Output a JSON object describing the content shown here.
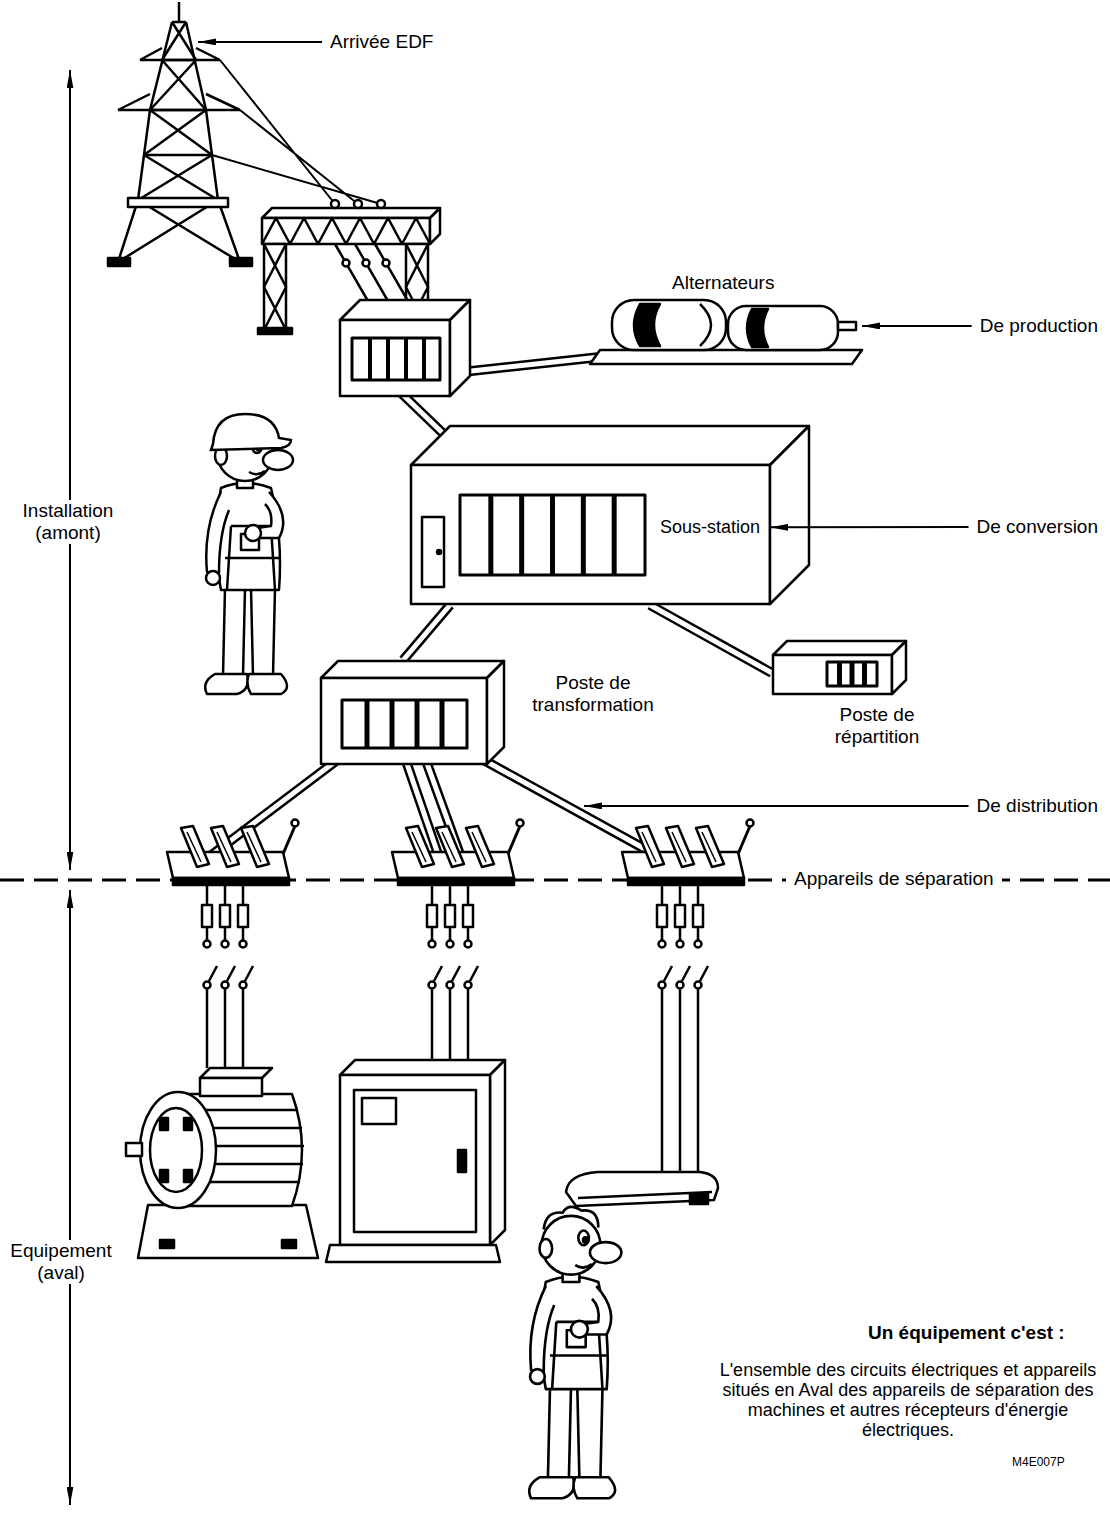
{
  "diagram": {
    "nodes": [
      {
        "text": [
          "Sous-station"
        ]
      },
      {
        "text": [
          "Poste de transformation"
        ]
      },
      {
        "text": [
          "Poste de répartition"
        ]
      }
    ],
    "edges": [
      {
        "from": 0,
        "to": 1,
        "arrow": "none"
      },
      {
        "from": 0,
        "to": 2,
        "arrow": "none"
      }
    ],
    "labels": [
      "Arrivée EDF",
      "Alternateurs",
      "De production",
      "De conversion",
      "De distribution",
      "Installation (amont)",
      "Appareils de séparation",
      "Equipement (aval)",
      "Un équipement c'est :",
      "L'ensemble des circuits électriques et appareils situés en Aval des appareils de séparation des machines et autres récepteurs d'énergie électriques.",
      "M4E007P"
    ]
  }
}
